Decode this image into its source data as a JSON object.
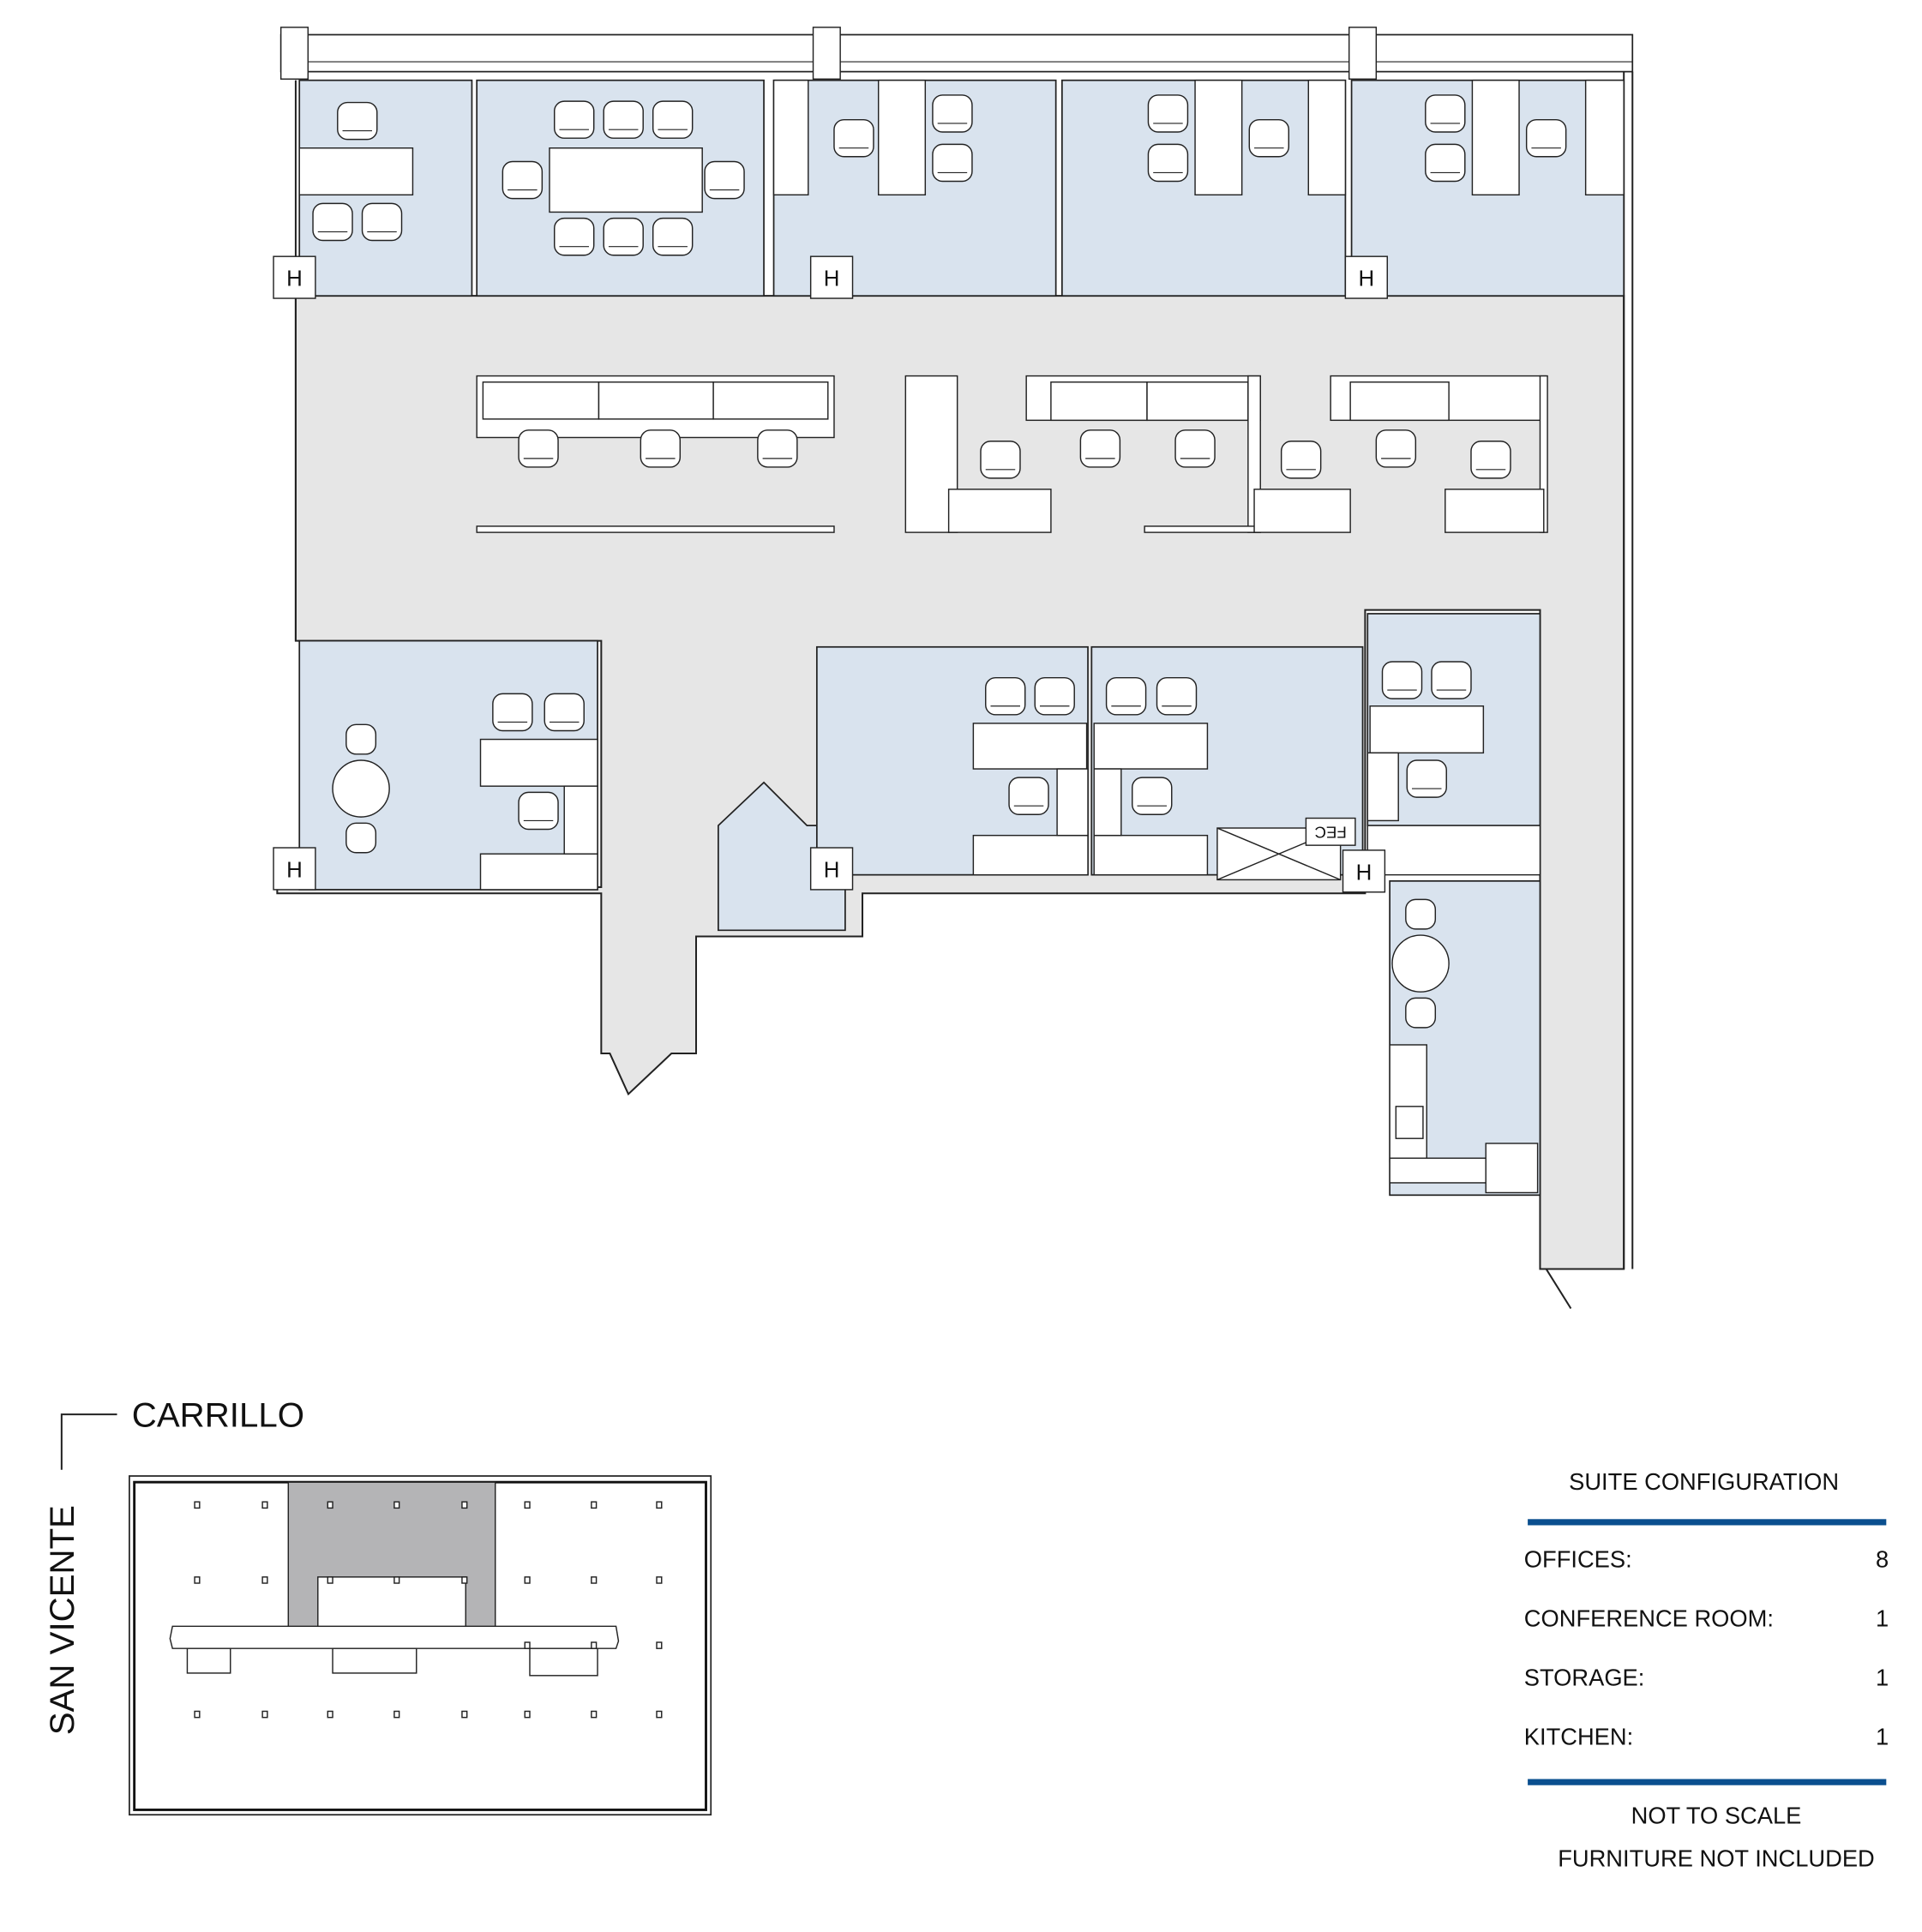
{
  "floor_plan": {
    "fec_label": "FEC",
    "column_marker": "H"
  },
  "key_plan": {
    "street_north": "CARRILLO",
    "street_west": "SAN VICENTE"
  },
  "suite_configuration": {
    "title": "SUITE CONFIGURATION",
    "accent_color": "#0a4f8f",
    "rows": [
      {
        "label": "OFFICES:",
        "value": "8"
      },
      {
        "label": "CONFERENCE ROOM:",
        "value": "1"
      },
      {
        "label": "STORAGE:",
        "value": "1"
      },
      {
        "label": "KITCHEN:",
        "value": "1"
      }
    ],
    "notes": [
      "NOT TO SCALE",
      "FURNITURE NOT INCLUDED"
    ]
  }
}
